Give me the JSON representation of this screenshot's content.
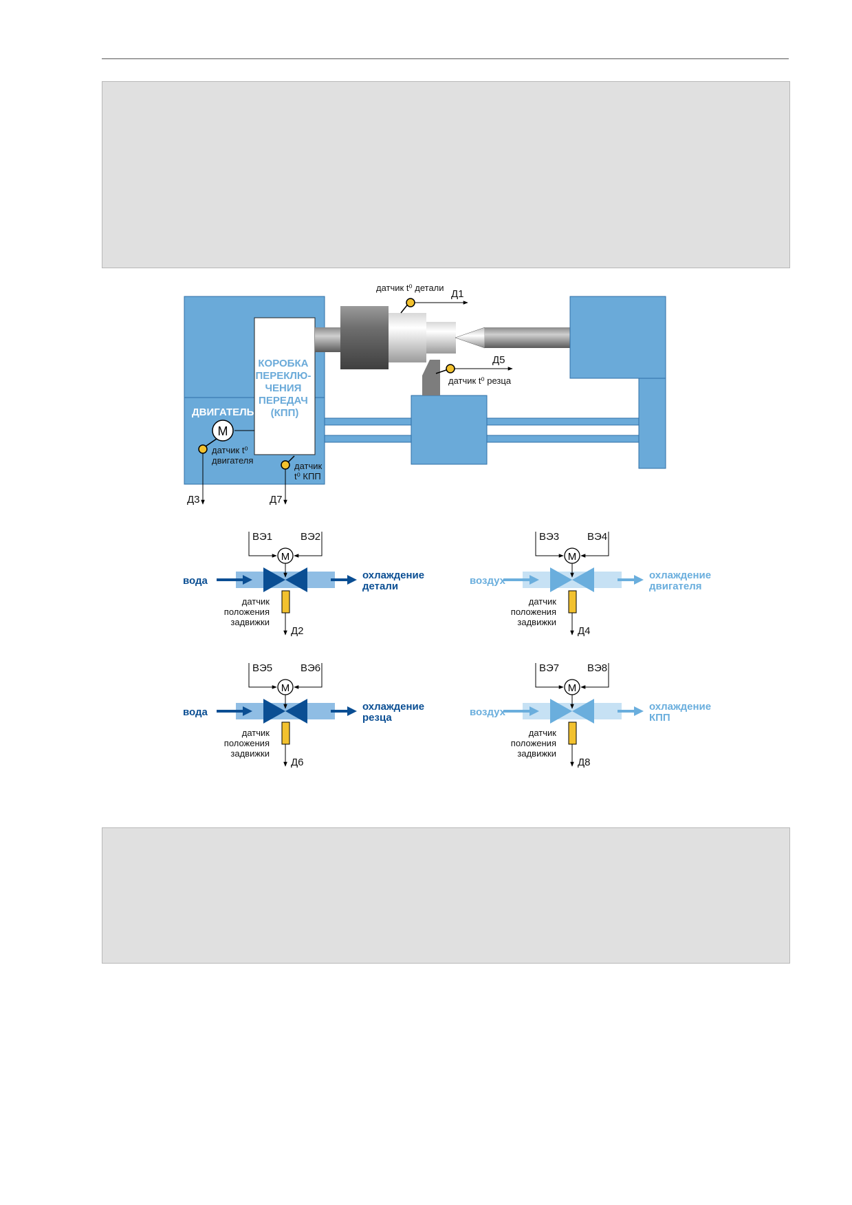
{
  "machine": {
    "gearbox_label": [
      "КОРОБКА",
      "ПЕРЕКЛЮ-",
      "ЧЕНИЯ",
      "ПЕРЕДАЧ",
      "(КПП)"
    ],
    "engine_label": "ДВИГАТЕЛЬ",
    "motor_symbol": "M",
    "part_temp_sensor": "датчик t⁰ детали",
    "d1": "Д1",
    "d5": "Д5",
    "cutter_temp_sensor": "датчик t⁰ резца",
    "engine_temp_sensor": [
      "датчик t⁰",
      "двигателя"
    ],
    "gearbox_temp_sensor": [
      "датчик",
      "t⁰ КПП"
    ],
    "d3": "Д3",
    "d7": "Д7"
  },
  "valves": [
    {
      "ve_left": "ВЭ1",
      "ve_right": "ВЭ2",
      "medium": "вода",
      "target": [
        "охлаждение",
        "детали"
      ],
      "position_sensor": [
        "датчик",
        "положения",
        "задвижки"
      ],
      "out": "Д2",
      "type": "water"
    },
    {
      "ve_left": "ВЭ3",
      "ve_right": "ВЭ4",
      "medium": "воздух",
      "target": [
        "охлаждение",
        "двигателя"
      ],
      "position_sensor": [
        "датчик",
        "положения",
        "задвижки"
      ],
      "out": "Д4",
      "type": "air"
    },
    {
      "ve_left": "ВЭ5",
      "ve_right": "ВЭ6",
      "medium": "вода",
      "target": [
        "охлаждение",
        "резца"
      ],
      "position_sensor": [
        "датчик",
        "положения",
        "задвижки"
      ],
      "out": "Д6",
      "type": "water"
    },
    {
      "ve_left": "ВЭ7",
      "ve_right": "ВЭ8",
      "medium": "воздух",
      "target": [
        "охлаждение",
        "КПП"
      ],
      "position_sensor": [
        "датчик",
        "положения",
        "задвижки"
      ],
      "out": "Д8",
      "type": "air"
    }
  ],
  "motor_symbol": "M",
  "colors": {
    "machine_blue": "#6aaad9",
    "water_dark": "#0a4e93",
    "water_light": "#8fbde4",
    "air_dark": "#6aaedd",
    "air_light": "#c6e1f4",
    "sensor_yellow": "#f2c12e",
    "gray_panel": "#e0e0e0"
  }
}
